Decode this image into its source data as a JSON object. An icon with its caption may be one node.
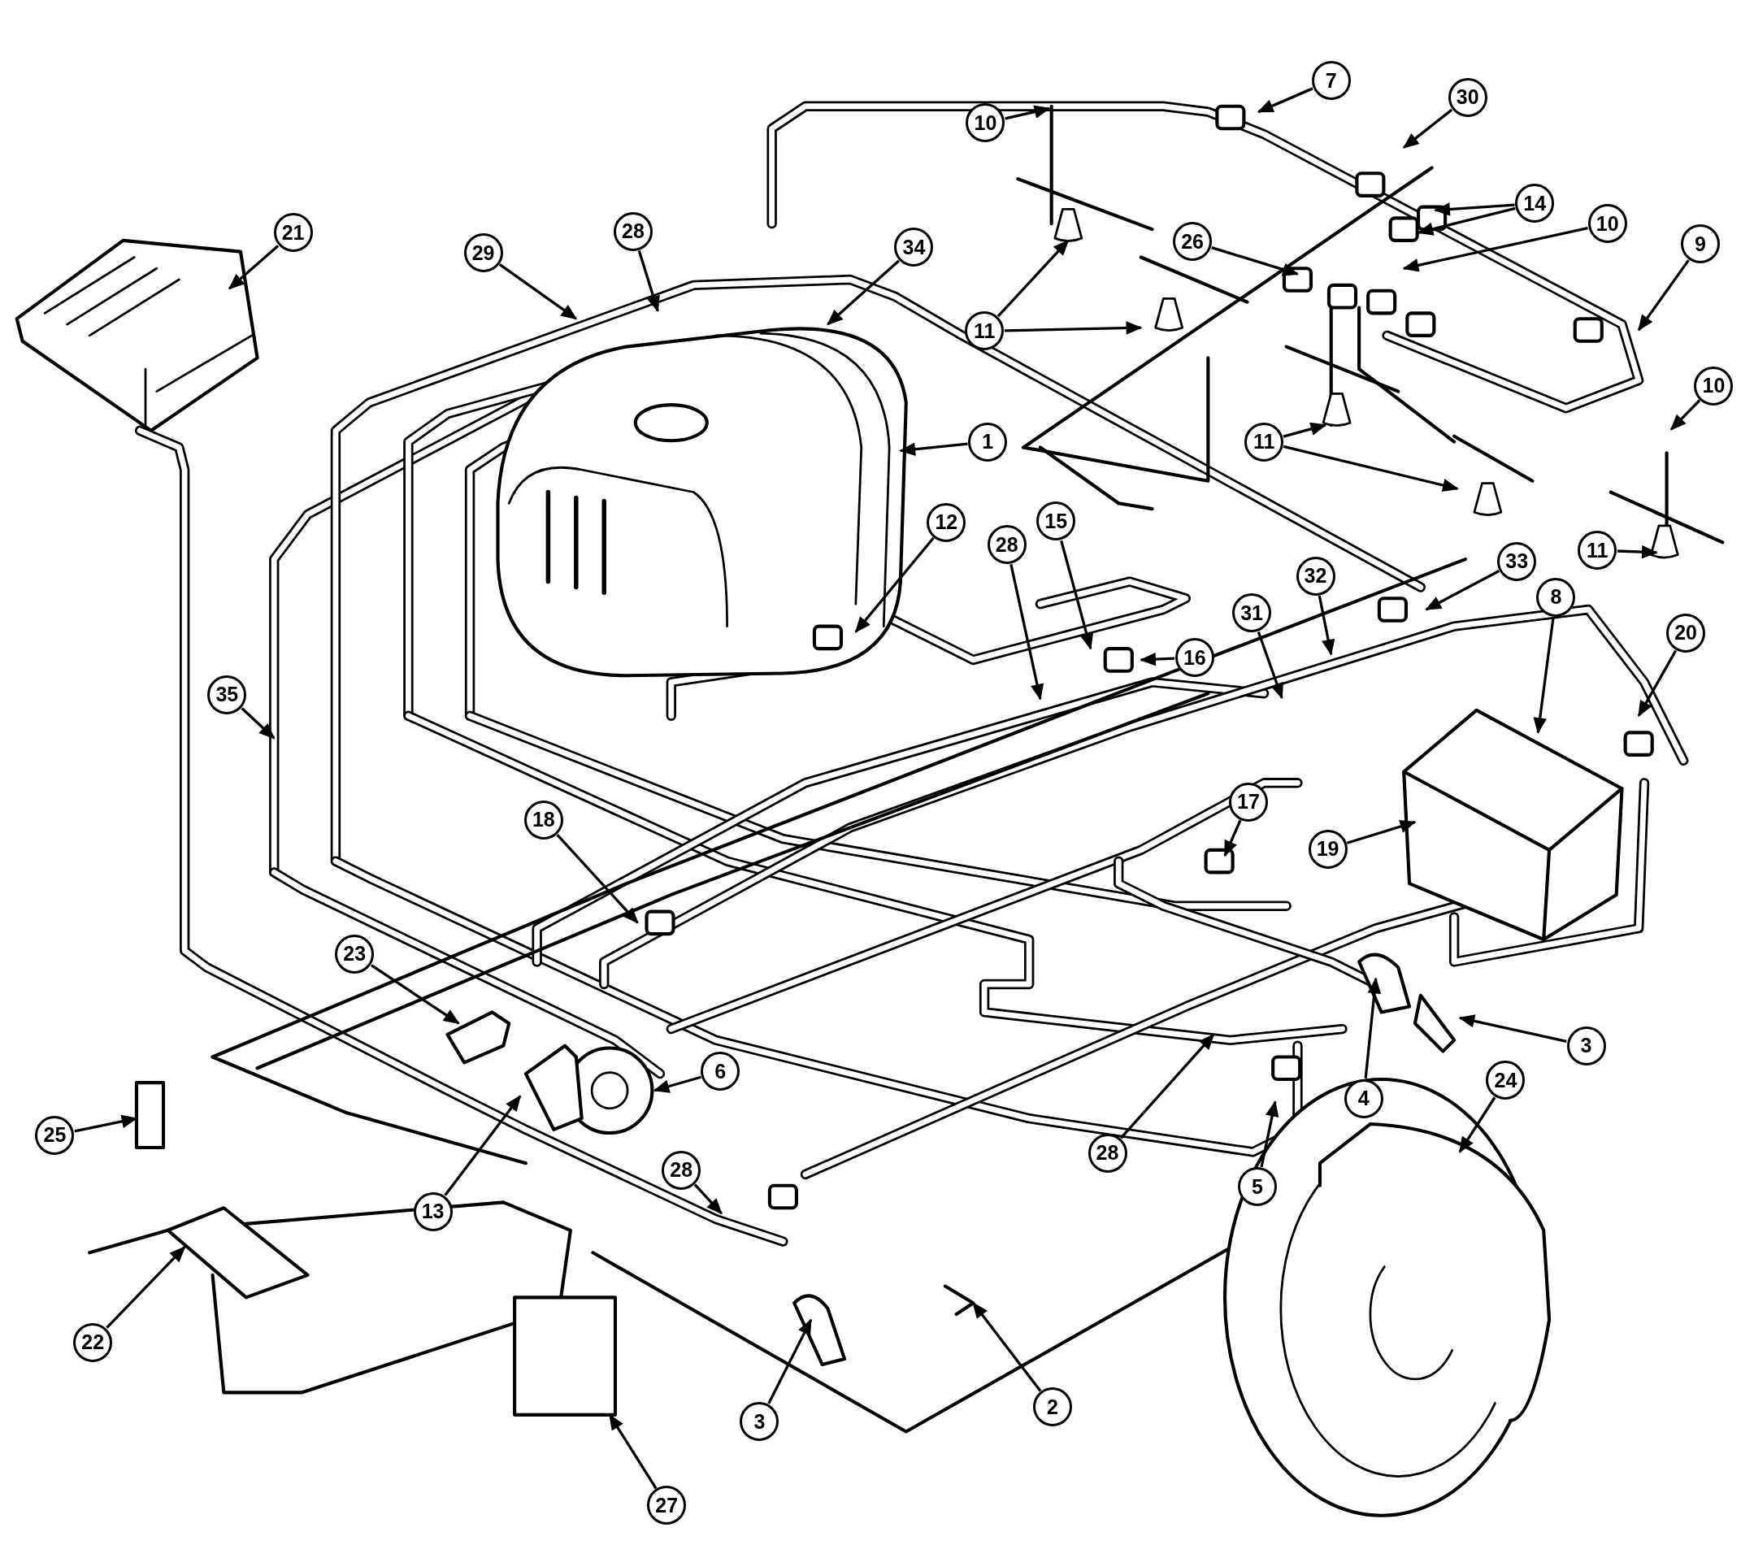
{
  "diagram": {
    "nodes": [
      {
        "text": [
          "7"
        ]
      },
      {
        "text": [
          "30"
        ]
      },
      {
        "text": [
          "10"
        ]
      },
      {
        "text": [
          "14"
        ]
      },
      {
        "text": [
          "10"
        ]
      },
      {
        "text": [
          "28"
        ]
      },
      {
        "text": [
          "21"
        ]
      },
      {
        "text": [
          "26"
        ]
      },
      {
        "text": [
          "9"
        ]
      },
      {
        "text": [
          "34"
        ]
      },
      {
        "text": [
          "29"
        ]
      },
      {
        "text": [
          "11"
        ]
      },
      {
        "text": [
          "10"
        ]
      },
      {
        "text": [
          "1"
        ]
      },
      {
        "text": [
          "11"
        ]
      },
      {
        "text": [
          "15"
        ]
      },
      {
        "text": [
          "12"
        ]
      },
      {
        "text": [
          "28"
        ]
      },
      {
        "text": [
          "11"
        ]
      },
      {
        "text": [
          "33"
        ]
      },
      {
        "text": [
          "32"
        ]
      },
      {
        "text": [
          "8"
        ]
      },
      {
        "text": [
          "31"
        ]
      },
      {
        "text": [
          "20"
        ]
      },
      {
        "text": [
          "16"
        ]
      },
      {
        "text": [
          "35"
        ]
      },
      {
        "text": [
          "18"
        ]
      },
      {
        "text": [
          "17"
        ]
      },
      {
        "text": [
          "19"
        ]
      },
      {
        "text": [
          "23"
        ]
      },
      {
        "text": [
          "3"
        ]
      },
      {
        "text": [
          "6"
        ]
      },
      {
        "text": [
          "24"
        ]
      },
      {
        "text": [
          "4"
        ]
      },
      {
        "text": [
          "28"
        ]
      },
      {
        "text": [
          "25"
        ]
      },
      {
        "text": [
          "28"
        ]
      },
      {
        "text": [
          "5"
        ]
      },
      {
        "text": [
          "13"
        ]
      },
      {
        "text": [
          "22"
        ]
      },
      {
        "text": [
          "2"
        ]
      },
      {
        "text": [
          "3"
        ]
      },
      {
        "text": [
          "27"
        ]
      }
    ],
    "edges": [
      {
        "from": 0,
        "to": null,
        "arrow": "to"
      },
      {
        "from": 1,
        "to": null,
        "arrow": "to"
      },
      {
        "from": 2,
        "to": null,
        "arrow": "to"
      },
      {
        "from": 3,
        "to": null,
        "arrow": "to"
      },
      {
        "from": 3,
        "to": null,
        "arrow": "to"
      },
      {
        "from": 4,
        "to": null,
        "arrow": "to"
      },
      {
        "from": 5,
        "to": null,
        "arrow": "to"
      },
      {
        "from": 6,
        "to": null,
        "arrow": "to"
      },
      {
        "from": 7,
        "to": null,
        "arrow": "to"
      },
      {
        "from": 8,
        "to": null,
        "arrow": "to"
      },
      {
        "from": 9,
        "to": null,
        "arrow": "to"
      },
      {
        "from": 10,
        "to": null,
        "arrow": "to"
      },
      {
        "from": 11,
        "to": null,
        "arrow": "to"
      },
      {
        "from": 11,
        "to": null,
        "arrow": "to"
      },
      {
        "from": 12,
        "to": null,
        "arrow": "to"
      },
      {
        "from": 13,
        "to": null,
        "arrow": "to"
      },
      {
        "from": 14,
        "to": null,
        "arrow": "to"
      },
      {
        "from": 14,
        "to": null,
        "arrow": "to"
      },
      {
        "from": 15,
        "to": null,
        "arrow": "to"
      },
      {
        "from": 16,
        "to": null,
        "arrow": "to"
      },
      {
        "from": 17,
        "to": null,
        "arrow": "to"
      },
      {
        "from": 18,
        "to": null,
        "arrow": "to"
      },
      {
        "from": 19,
        "to": null,
        "arrow": "to"
      },
      {
        "from": 20,
        "to": null,
        "arrow": "to"
      },
      {
        "from": 21,
        "to": null,
        "arrow": "to"
      },
      {
        "from": 22,
        "to": null,
        "arrow": "to"
      },
      {
        "from": 23,
        "to": null,
        "arrow": "to"
      },
      {
        "from": 24,
        "to": null,
        "arrow": "to"
      },
      {
        "from": 25,
        "to": null,
        "arrow": "to"
      },
      {
        "from": 26,
        "to": null,
        "arrow": "to"
      },
      {
        "from": 27,
        "to": null,
        "arrow": "to"
      },
      {
        "from": 28,
        "to": null,
        "arrow": "to"
      },
      {
        "from": 29,
        "to": null,
        "arrow": "to"
      },
      {
        "from": 30,
        "to": null,
        "arrow": "to"
      },
      {
        "from": 31,
        "to": null,
        "arrow": "to"
      },
      {
        "from": 32,
        "to": null,
        "arrow": "to"
      },
      {
        "from": 33,
        "to": null,
        "arrow": "to"
      },
      {
        "from": 34,
        "to": null,
        "arrow": "to"
      },
      {
        "from": 35,
        "to": null,
        "arrow": "to"
      },
      {
        "from": 36,
        "to": null,
        "arrow": "to"
      },
      {
        "from": 37,
        "to": null,
        "arrow": "to"
      },
      {
        "from": 38,
        "to": null,
        "arrow": "to"
      },
      {
        "from": 39,
        "to": null,
        "arrow": "to"
      },
      {
        "from": 40,
        "to": null,
        "arrow": "to"
      },
      {
        "from": 41,
        "to": null,
        "arrow": "to"
      },
      {
        "from": 42,
        "to": null,
        "arrow": "to"
      }
    ]
  }
}
